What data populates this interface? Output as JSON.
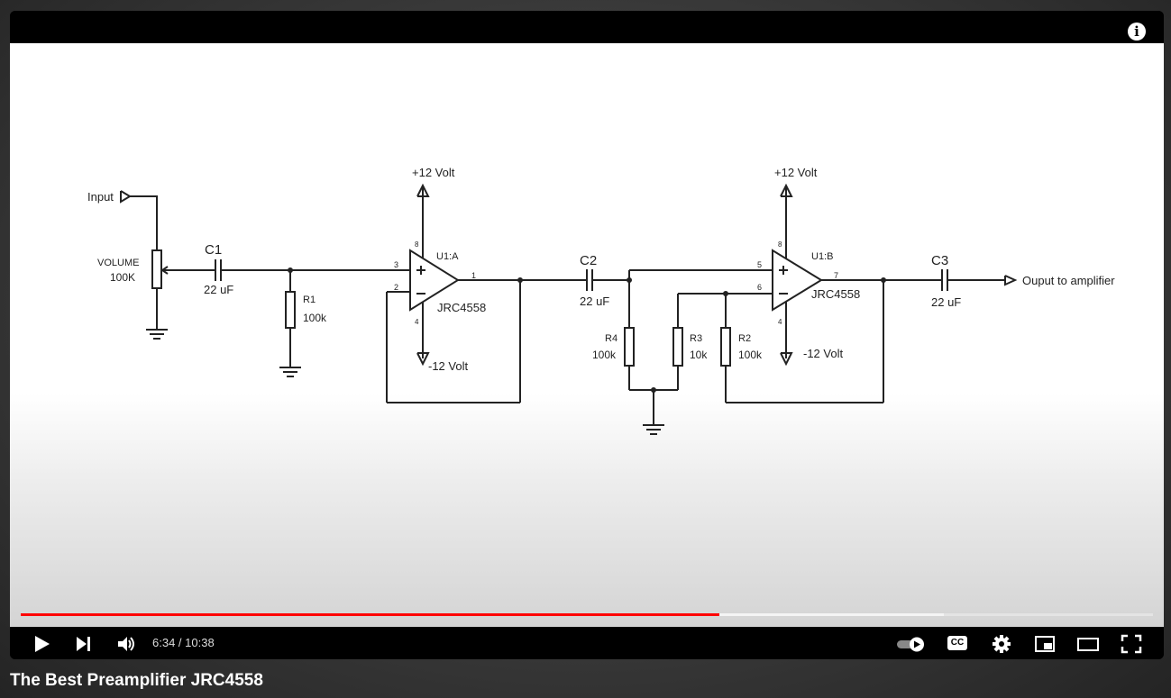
{
  "video": {
    "title": "The Best Preamplifier JRC4558",
    "current_time": "6:34",
    "duration": "10:38",
    "time_display": "6:34 / 10:38",
    "progress_fraction": 0.617,
    "buffered_fraction": 0.815
  },
  "player_controls": {
    "icons": [
      "play-icon",
      "next-icon",
      "volume-icon",
      "autoplay-toggle-icon",
      "captions-icon",
      "settings-icon",
      "miniplayer-icon",
      "theater-mode-icon",
      "fullscreen-icon",
      "info-icon"
    ],
    "cc_label": "CC",
    "info_label": "i"
  },
  "schematic": {
    "input_label": "Input",
    "volume_label": "VOLUME",
    "volume_value": "100K",
    "c1_label": "C1",
    "c1_value": "22 uF",
    "r1_label": "R1",
    "r1_value": "100k",
    "u1a_label": "U1:A",
    "u1a_chip": "JRC4558",
    "u1a_vplus": "+12 Volt",
    "u1a_vminus": "-12 Volt",
    "u1a_pin3": "3",
    "u1a_pin2": "2",
    "u1a_pin1": "1",
    "u1a_pin8": "8",
    "u1a_pin4": "4",
    "c2_label": "C2",
    "c2_value": "22 uF",
    "r4_label": "R4",
    "r4_value": "100k",
    "r3_label": "R3",
    "r3_value": "10k",
    "r2_label": "R2",
    "r2_value": "100k",
    "u1b_label": "U1:B",
    "u1b_chip": "JRC4558",
    "u1b_vplus": "+12 Volt",
    "u1b_vminus": "-12 Volt",
    "u1b_pin5": "5",
    "u1b_pin6": "6",
    "u1b_pin7": "7",
    "u1b_pin8": "8",
    "u1b_pin4": "4",
    "c3_label": "C3",
    "c3_value": "22 uF",
    "output_label": "Ouput to amplifier"
  },
  "colors": {
    "progress_played": "#ff0000",
    "controls_bg": "#000000",
    "frame_bg": "#ffffff"
  }
}
